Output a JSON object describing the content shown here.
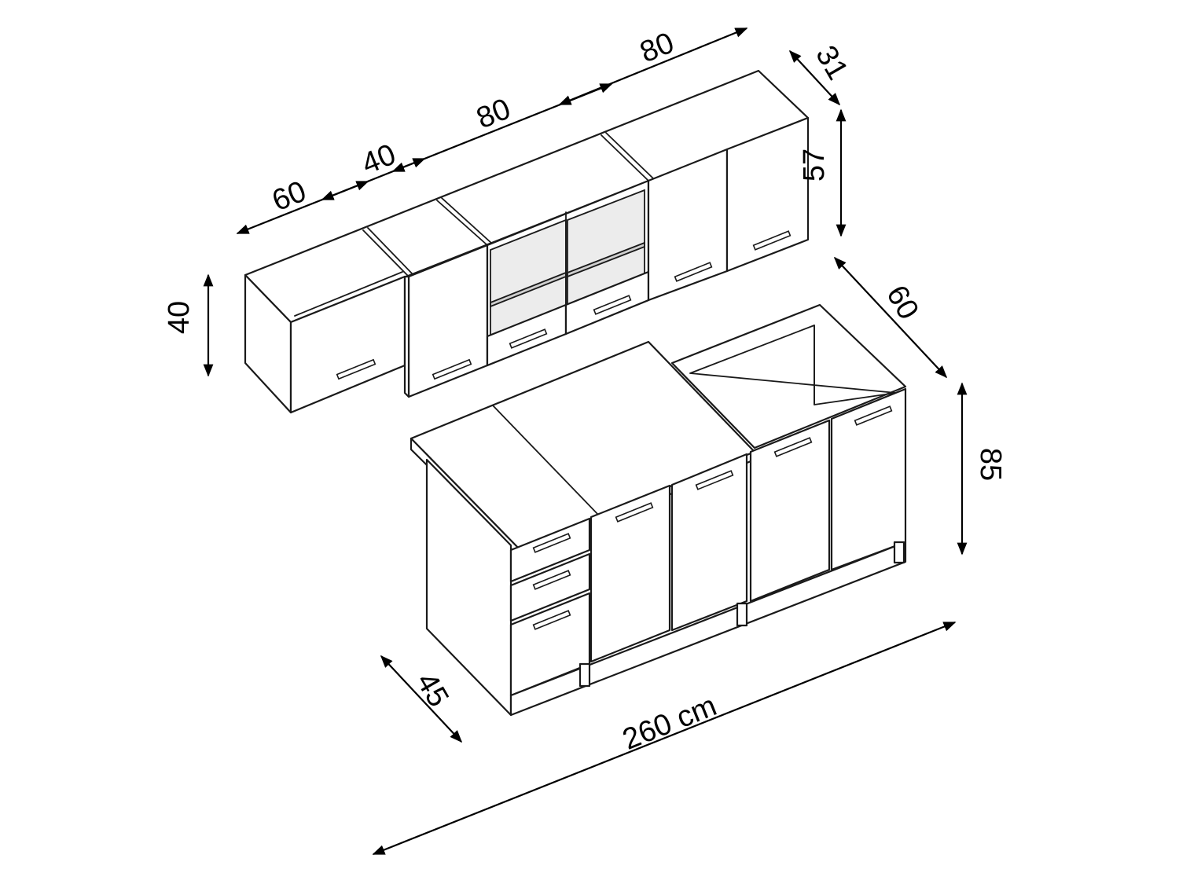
{
  "dimensions": {
    "top_width_60": "60",
    "top_width_40": "40",
    "top_width_80a": "80",
    "top_width_80b": "80",
    "top_depth": "31",
    "top_height": "57",
    "top_left_height": "40",
    "bottom_depth_right": "60",
    "bottom_height": "85",
    "bottom_depth_left": "45",
    "total_length": "260 cm"
  },
  "colors": {
    "line": "#1a1a1a",
    "background": "#ffffff",
    "shade": "#cfcfcf"
  }
}
